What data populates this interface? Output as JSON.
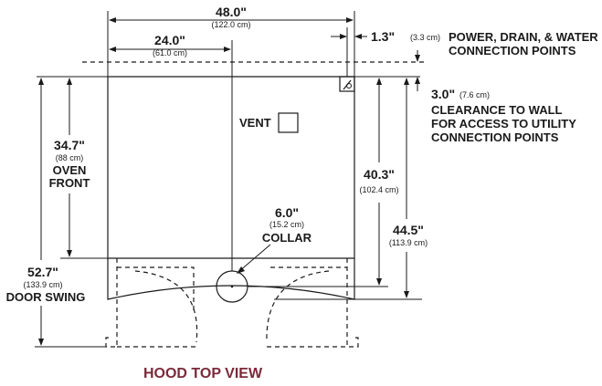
{
  "title": "HOOD TOP VIEW",
  "colors": {
    "line": "#1a1a1a",
    "title": "#7a2a3a"
  },
  "dims": {
    "width": {
      "imperial": "48.0\"",
      "metric": "(122.0 cm)"
    },
    "half_width": {
      "imperial": "24.0\"",
      "metric": "(61.0 cm)"
    },
    "utility_offset": {
      "imperial": "1.3\"",
      "metric": "(3.3 cm)",
      "label_1": "POWER, DRAIN, & WATER",
      "label_2": "CONNECTION POINTS"
    },
    "clearance": {
      "imperial": "3.0\"",
      "metric": "(7.6 cm)",
      "label_1": "CLEARANCE TO WALL",
      "label_2": "FOR ACCESS TO UTILITY",
      "label_3": "CONNECTION POINTS"
    },
    "oven_front": {
      "imperial": "34.7\"",
      "metric": "(88 cm)",
      "label_1": "OVEN",
      "label_2": "FRONT"
    },
    "collar_depth": {
      "imperial": "40.3\"",
      "metric": "(102.4 cm)"
    },
    "total_depth": {
      "imperial": "44.5\"",
      "metric": "(113.9 cm)"
    },
    "door_swing": {
      "imperial": "52.7\"",
      "metric": "(133.9 cm)",
      "label": "DOOR SWING"
    },
    "collar": {
      "imperial": "6.0\"",
      "metric": "(15.2 cm)",
      "label": "COLLAR"
    }
  },
  "vent_label": "VENT"
}
